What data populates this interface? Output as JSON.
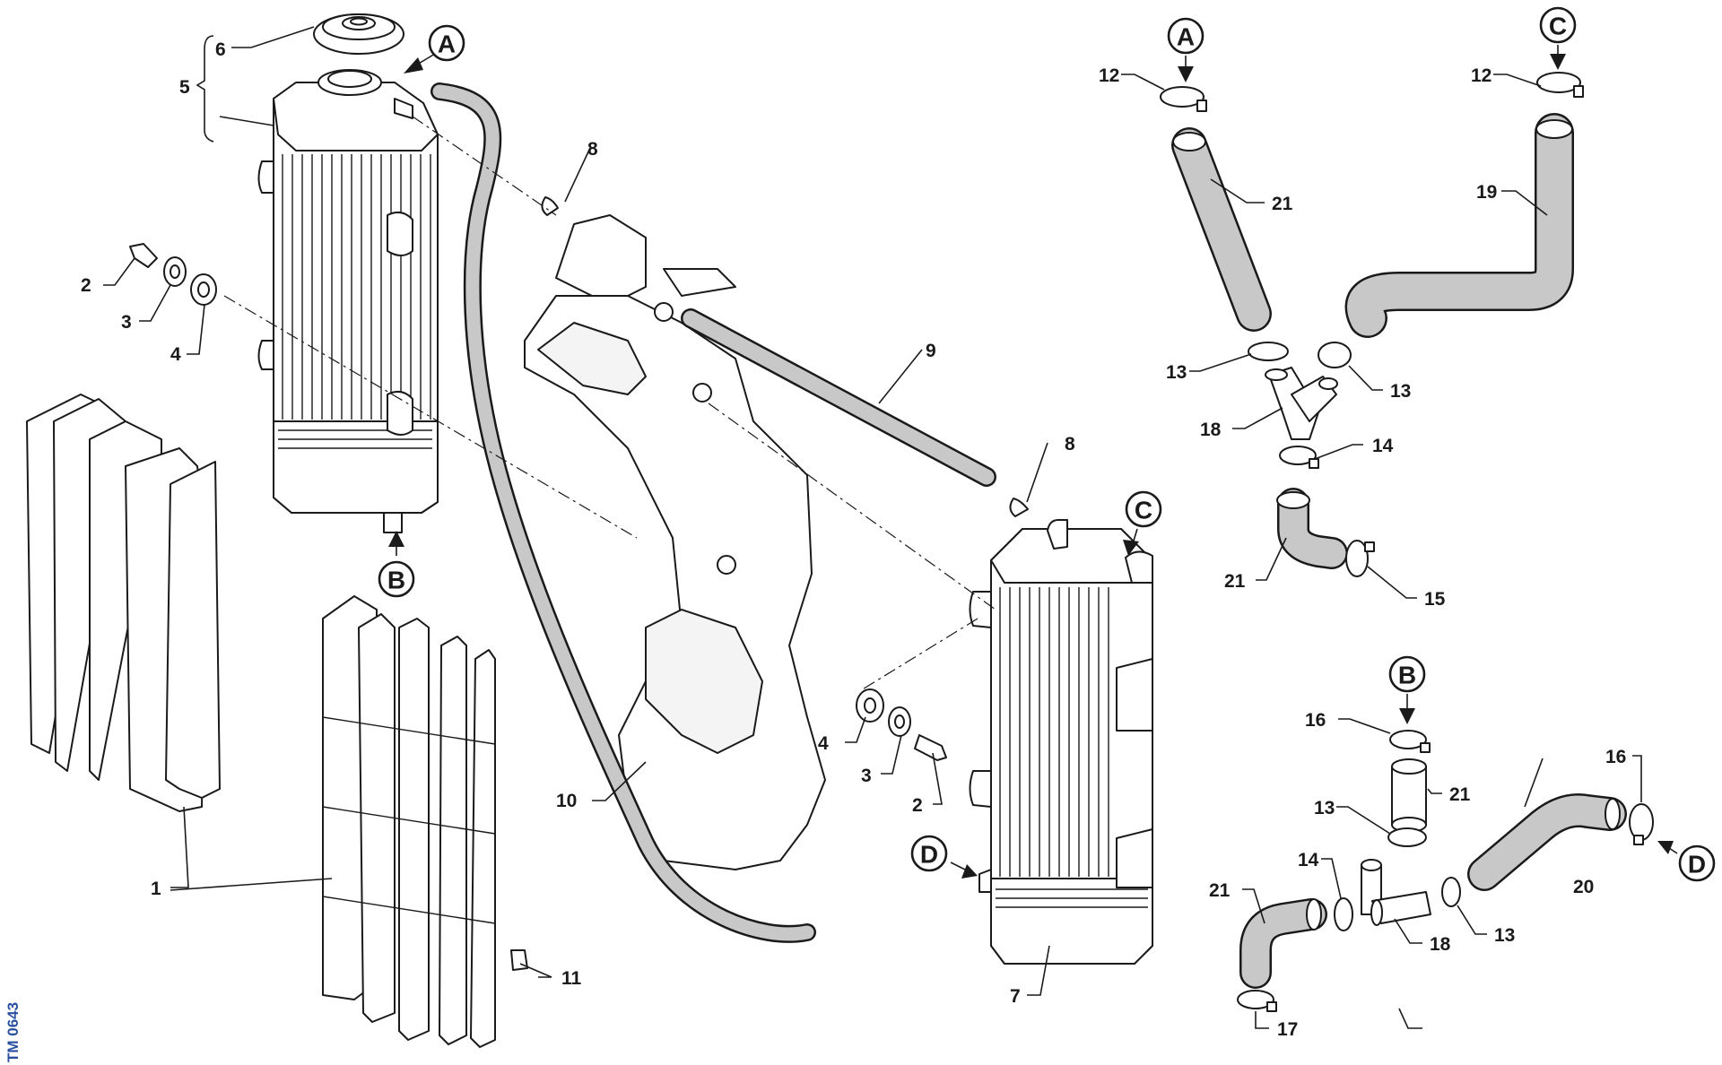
{
  "document_code": "TM 0643",
  "connector_letters": {
    "A": "A",
    "B": "B",
    "C": "C",
    "D": "D"
  },
  "callouts": {
    "n1": "1",
    "n2": "2",
    "n3": "3",
    "n4": "4",
    "n5": "5",
    "n6": "6",
    "n7": "7",
    "n8": "8",
    "n9": "9",
    "n10": "10",
    "n11": "11",
    "n12": "12",
    "n13": "13",
    "n14": "14",
    "n15": "15",
    "n16": "16",
    "n17": "17",
    "n18": "18",
    "n19": "19",
    "n20": "20",
    "n21": "21"
  },
  "colors": {
    "line": "#1a1a1a",
    "hose_fill": "#c8c8c8",
    "document_code": "#2a4fa0"
  }
}
